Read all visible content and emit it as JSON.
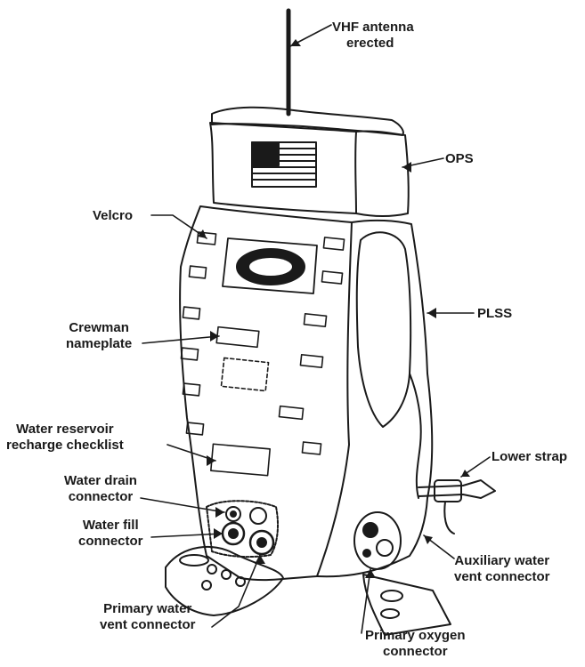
{
  "labels": {
    "vhf_antenna": [
      "VHF antenna",
      "erected"
    ],
    "ops": [
      "OPS"
    ],
    "velcro": [
      "Velcro"
    ],
    "plss": [
      "PLSS"
    ],
    "crewman_nameplate": [
      "Crewman",
      "nameplate"
    ],
    "water_reservoir_checklist": [
      "Water reservoir",
      "recharge checklist"
    ],
    "lower_strap": [
      "Lower strap"
    ],
    "water_drain_connector": [
      "Water drain",
      "connector"
    ],
    "water_fill_connector": [
      "Water fill",
      "connector"
    ],
    "auxiliary_water_vent_connector": [
      "Auxiliary water",
      "vent connector"
    ],
    "primary_water_vent_connector": [
      "Primary water",
      "vent connector"
    ],
    "primary_oxygen_connector": [
      "Primary oxygen",
      "connector"
    ]
  },
  "colors": {
    "ink": "#1a1a1a",
    "paper": "#ffffff"
  }
}
